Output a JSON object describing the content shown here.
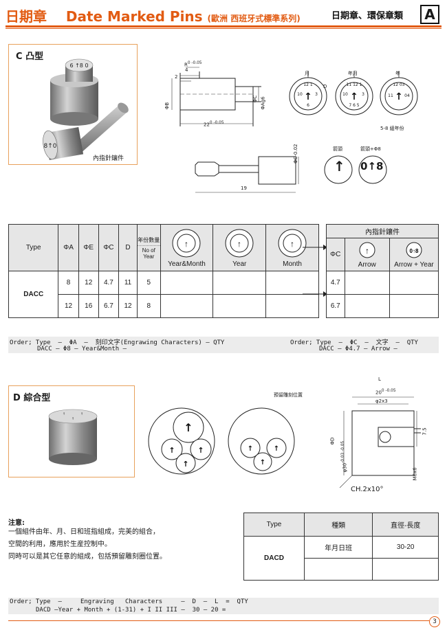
{
  "header": {
    "title_cn": "日期章",
    "title_en": "Date Marked Pins",
    "title_sub": "(歐洲 西班牙式標準系列)",
    "right_text": "日期章、環保章類",
    "section_letter": "A"
  },
  "section_c": {
    "label": "C  凸型",
    "photo_caption": "內指針鑲件",
    "stamp_top_text": "6 8 0",
    "stamp_bottom_text": "8 0",
    "drawing": {
      "dim_r": "R",
      "dim_r_tol": "0\n-0.05",
      "dim_2": "2",
      "dim_4": "4",
      "dim_phiB": "ΦB",
      "dim_phiC": "ΦC",
      "dim_phiA": "ΦAg6",
      "dim_22": "22",
      "dim_22_tol": "0\n-0.05",
      "dim_D": "D",
      "label_month": "月",
      "label_yearmonth": "年月",
      "label_year": "年",
      "label_years": "5-8 組年份",
      "dim_19": "19",
      "dim_phiC2": "ΦC-0.02",
      "label_arrow": "箭頭",
      "label_arrow8": "箭頭+Φ8",
      "arrow_glyph": "↑",
      "arrow8_text": "0",
      "arrow8_text2": "8"
    },
    "table_left": {
      "headers": [
        "Type",
        "ΦA",
        "ΦE",
        "ΦC",
        "D",
        "年份數量",
        "No of Year",
        "Year&Month",
        "Year",
        "Month"
      ],
      "type_label": "DACC",
      "rows": [
        [
          "8",
          "12",
          "4.7",
          "11",
          "5"
        ],
        [
          "12",
          "16",
          "6.7",
          "12",
          "8"
        ]
      ]
    },
    "table_right": {
      "title": "內指針鑲件",
      "headers": [
        "ΦC",
        "Arrow",
        "Arrow + Year"
      ],
      "rows": [
        "4.7",
        "6.7"
      ]
    },
    "order_left_1": "Order; Type  –  ΦA  –  刻印文字(Engrawing Characters) – QTY",
    "order_left_2": "DACC – Φ8 – Year&Month –",
    "order_right_1": "Order; Type  –  ΦC  –  文字  –  QTY",
    "order_right_2": "DACC – Φ4.7 – Arrow –"
  },
  "section_d": {
    "label": "D 綜合型",
    "reserve_label": "預留雕刻位置",
    "drawing": {
      "dim_L": "L",
      "dim_20": "20",
      "dim_20_tol": "0\n-0.05",
      "dim_phi2x3": "φ2x3",
      "dim_phiD": "ΦD",
      "dim_phi30": "φ30",
      "dim_phi30_tol": "-0.03\n-0.05",
      "dim_75": "7.5",
      "dim_m6": "M6x6",
      "dim_ch": "CH.2x10°"
    },
    "note_title": "注意:",
    "notes": [
      "一個組件由年、月、日和班指組成，完美的組合，",
      "空間的利用，應用於生産控制中。",
      "同時可以是其它任意的組成，包括預留雕刻圈位置。"
    ],
    "table": {
      "headers": [
        "Type",
        "種類",
        "直徑-長度"
      ],
      "type_label": "DACD",
      "row": [
        "年月日班",
        "30-20"
      ]
    },
    "order_1": "Order; Type  –     Engraving   Characters     –  D  –  L  =  QTY",
    "order_2": "DACD –Year + Month + (1-31) + I II III –  30 – 20 ="
  },
  "footer": {
    "page_number": "3"
  },
  "colors": {
    "accent": "#e25b12",
    "box_border": "#e8a05a",
    "metal": "#9a9a9a"
  }
}
